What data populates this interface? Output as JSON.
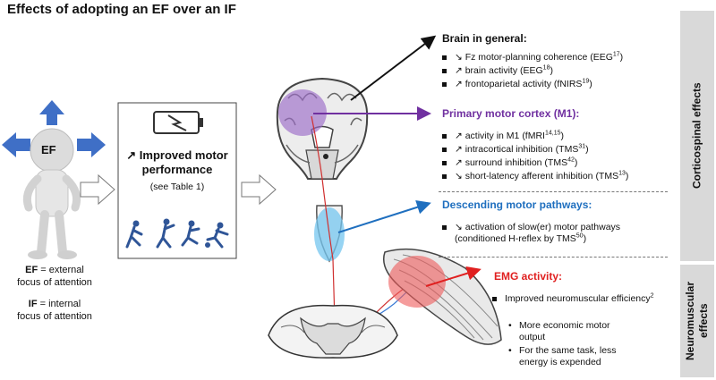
{
  "title": "Effects of adopting an EF over an IF",
  "ef_label": "EF",
  "box": {
    "line1": "↗ Improved motor",
    "line2": "performance",
    "line3": "(see Table 1)"
  },
  "legend": {
    "ef_key": "EF",
    "ef_rest": " = external",
    "ef_line2": "focus of attention",
    "if_key": "IF",
    "if_rest": " = internal",
    "if_line2": "focus of attention"
  },
  "sections": {
    "brain": {
      "header": "Brain in general:",
      "items": [
        {
          "pre": "↘ Fz motor-planning coherence (EEG",
          "sup": "17",
          "post": ")"
        },
        {
          "pre": "↗ brain activity (EEG",
          "sup": "18",
          "post": ")"
        },
        {
          "pre": "↗ frontoparietal activity (fNIRS",
          "sup": "19",
          "post": ")"
        }
      ]
    },
    "m1": {
      "header": "Primary motor cortex (M1):",
      "items": [
        {
          "pre": "↗ activity in M1 (fMRI",
          "sup": "14,15",
          "post": ")"
        },
        {
          "pre": "↗ intracortical inhibition (TMS",
          "sup": "31",
          "post": ")"
        },
        {
          "pre": "↗ surround inhibition (TMS",
          "sup": "42",
          "post": ")"
        },
        {
          "pre": "↘ short-latency afferent inhibition (TMS",
          "sup": "13",
          "post": ")"
        }
      ]
    },
    "desc": {
      "header": "Descending motor pathways:",
      "line1": "↘ activation of slow(er) motor pathways",
      "line2_pre": "(conditioned H-reflex by TMS",
      "line2_sup": "50",
      "line2_post": ")"
    },
    "emg": {
      "header": "EMG activity:",
      "main_pre": "Improved neuromuscular efficiency",
      "main_sup": "2",
      "sub1": "More economic motor output",
      "sub2": "For the same task, less energy is expended"
    }
  },
  "side": {
    "corticospinal": "Corticospinal effects",
    "neuromuscular": "Neuromuscular effects"
  },
  "colors": {
    "blue_arrow": "#3f6fc6",
    "purple": "#7030a0",
    "blue": "#1f6fbf",
    "red": "#e02020",
    "side_bg": "#d9d9d9"
  }
}
